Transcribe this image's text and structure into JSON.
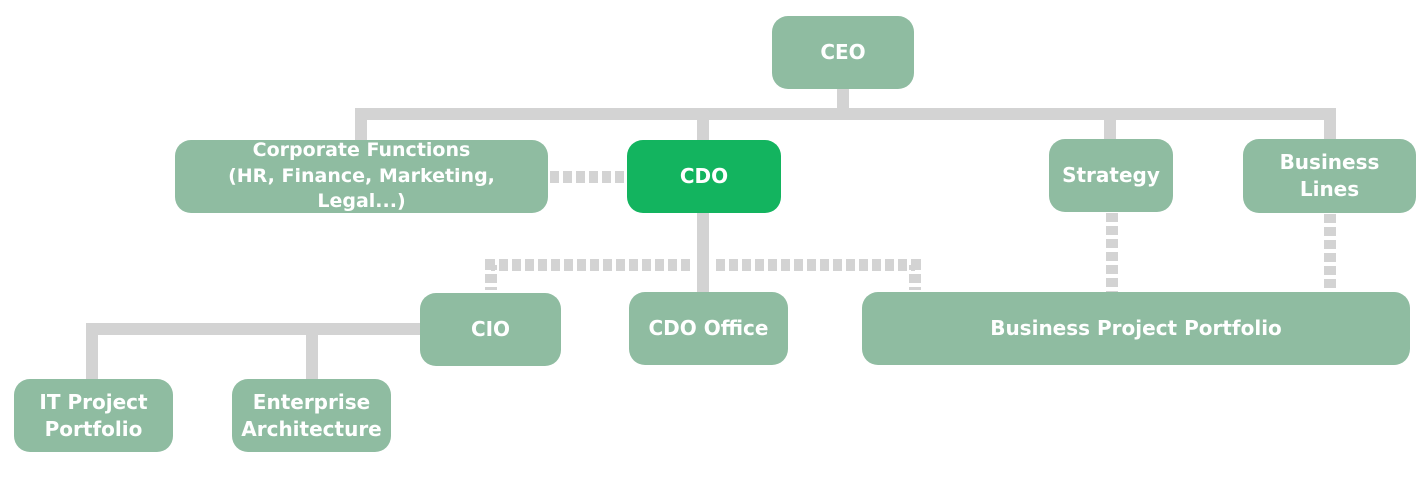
{
  "org_chart": {
    "colors": {
      "node_fill": "#8fbca1",
      "highlight_fill": "#13b45f",
      "connector": "#d3d3d3",
      "text": "#ffffff"
    },
    "nodes": {
      "ceo": "CEO",
      "corporate_functions": "Corporate Functions\n(HR, Finance, Marketing, Legal...)",
      "cdo": "CDO",
      "strategy": "Strategy",
      "business_lines": "Business Lines",
      "cio": "CIO",
      "cdo_office": "CDO Office",
      "business_project_portfolio": "Business Project Portfolio",
      "it_project_portfolio": "IT Project\nPortfolio",
      "enterprise_architecture": "Enterprise\nArchitecture"
    }
  }
}
